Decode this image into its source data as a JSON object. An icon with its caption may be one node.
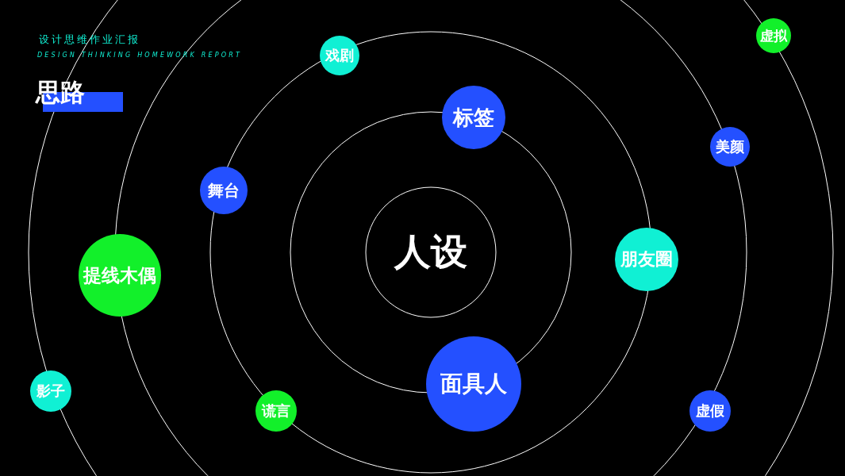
{
  "diagram": {
    "title": "设计思维作业汇报",
    "nodes": [
      {
        "text": [
          "虚拟"
        ]
      },
      {
        "text": [
          "戏剧"
        ]
      },
      {
        "text": [
          "标签"
        ]
      },
      {
        "text": [
          "美颜"
        ]
      },
      {
        "text": [
          "舞台"
        ]
      },
      {
        "text": [
          "朋友圈"
        ]
      },
      {
        "text": [
          "提线木偶"
        ]
      },
      {
        "text": [
          "面具人"
        ]
      },
      {
        "text": [
          "影子"
        ]
      },
      {
        "text": [
          "谎言"
        ]
      },
      {
        "text": [
          "虚假"
        ]
      }
    ],
    "labels": [
      "DESIGN THINKING HOMEWORK REPORT",
      "思路",
      "人设"
    ]
  }
}
